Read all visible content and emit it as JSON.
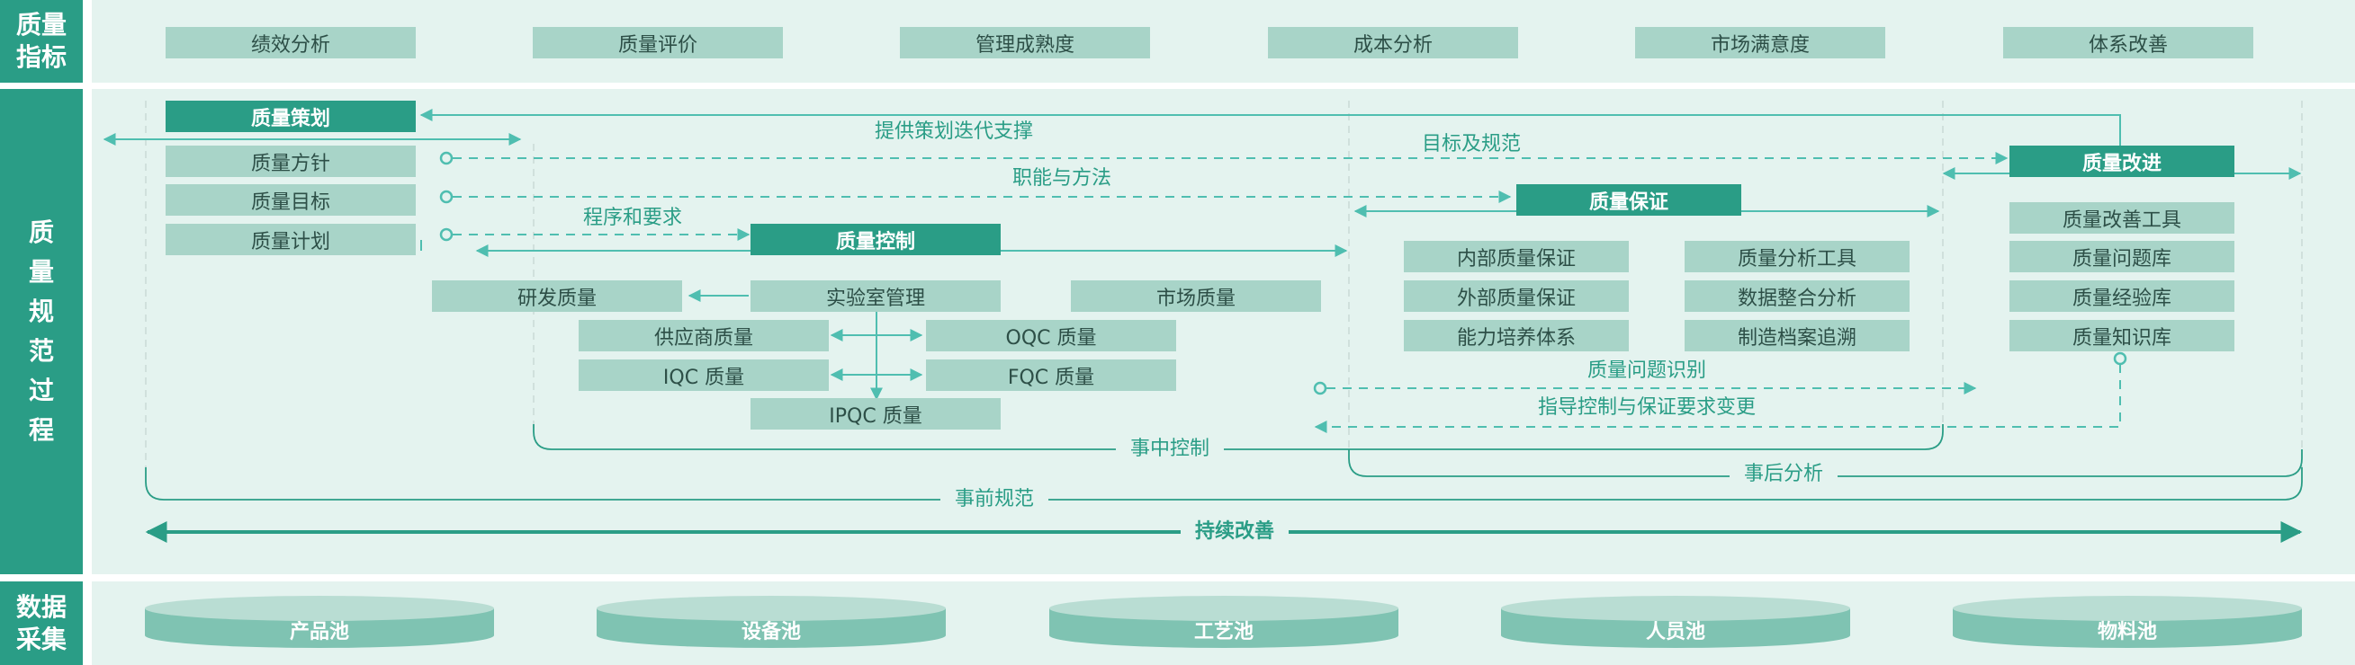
{
  "left_labels": {
    "indicators": [
      "质量",
      "指标"
    ],
    "process": [
      "质",
      "量",
      "规",
      "范",
      "过",
      "程"
    ],
    "data": [
      "数据",
      "采集"
    ]
  },
  "indicators": [
    "绩效分析",
    "质量评价",
    "管理成熟度",
    "成本分析",
    "市场满意度",
    "体系改善"
  ],
  "planning": {
    "title": "质量策划",
    "items": [
      "质量方针",
      "质量目标",
      "质量计划"
    ]
  },
  "control": {
    "title": "质量控制",
    "lab": "实验室管理",
    "rd": "研发质量",
    "market": "市场质量",
    "supplier": "供应商质量",
    "oqc": "OQC 质量",
    "iqc": "IQC 质量",
    "fqc": "FQC 质量",
    "ipqc": "IPQC 质量"
  },
  "assurance": {
    "title": "质量保证",
    "left": [
      "内部质量保证",
      "外部质量保证",
      "能力培养体系"
    ],
    "right": [
      "质量分析工具",
      "数据整合分析",
      "制造档案追溯"
    ]
  },
  "improve": {
    "title": "质量改进",
    "items": [
      "质量改善工具",
      "质量问题库",
      "质量经验库",
      "质量知识库"
    ]
  },
  "flows": {
    "support": "提供策划迭代支撑",
    "targets": "目标及规范",
    "functions": "职能与方法",
    "procedures": "程序和要求",
    "issue_id": "质量问题识别",
    "guidance": "指导控制与保证要求变更",
    "in_process": "事中控制",
    "post": "事后分析",
    "pre": "事前规范",
    "continuous": "持续改善"
  },
  "pools": [
    "产品池",
    "设备池",
    "工艺池",
    "人员池",
    "物料池"
  ],
  "colors": {
    "primary": "#2a9d86",
    "box": "#a8d4c8",
    "panel": "#e4f3ef",
    "arrow": "#4fbeb0",
    "pool": "#7fc3b2"
  }
}
